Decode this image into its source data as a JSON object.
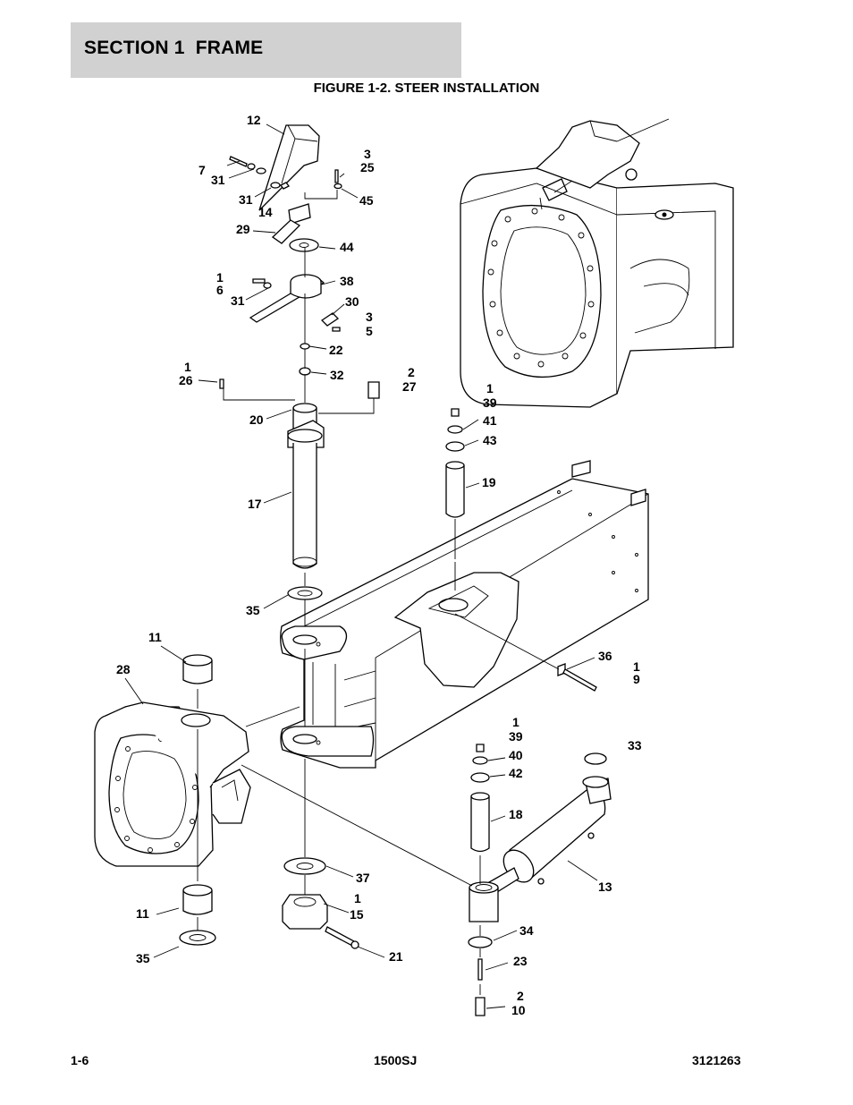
{
  "header": {
    "section_title": "SECTION 1  FRAME"
  },
  "figure": {
    "title": "FIGURE 1-2. STEER INSTALLATION"
  },
  "callouts": {
    "c12": "12",
    "c3a": "3",
    "c25": "25",
    "c7": "7",
    "c31a": "31",
    "c31b": "31",
    "c14": "14",
    "c45": "45",
    "c29": "29",
    "c44": "44",
    "c1a": "1",
    "c6": "6",
    "c38": "38",
    "c31c": "31",
    "c30": "30",
    "c3b": "3",
    "c5": "5",
    "c22": "22",
    "c1b": "1",
    "c26": "26",
    "c32": "32",
    "c2a": "2",
    "c27": "27",
    "c20": "20",
    "c1c": "1",
    "c39a": "39",
    "c41": "41",
    "c43": "43",
    "c19": "19",
    "c17": "17",
    "c35a": "35",
    "c11a": "11",
    "c28": "28",
    "c36": "36",
    "c1d": "1",
    "c9": "9",
    "c1e": "1",
    "c39b": "39",
    "c33": "33",
    "c40": "40",
    "c42": "42",
    "c18": "18",
    "c37": "37",
    "c13": "13",
    "c1f": "1",
    "c15": "15",
    "c11b": "11",
    "c34": "34",
    "c21": "21",
    "c35b": "35",
    "c23": "23",
    "c2b": "2",
    "c10": "10"
  },
  "footer": {
    "page": "1-6",
    "model": "1500SJ",
    "doc_number": "3121263"
  }
}
